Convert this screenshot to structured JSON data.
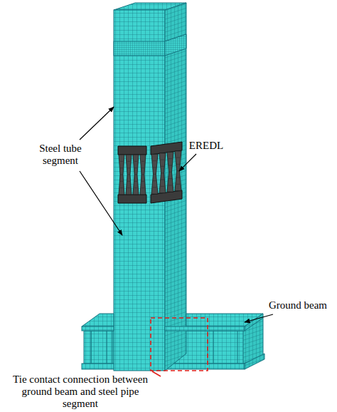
{
  "diagram": {
    "labels": [
      "Steel tube segment",
      "EREDL",
      "Ground beam",
      "Tie contact connection between ground beam and steel pipe segment"
    ]
  }
}
